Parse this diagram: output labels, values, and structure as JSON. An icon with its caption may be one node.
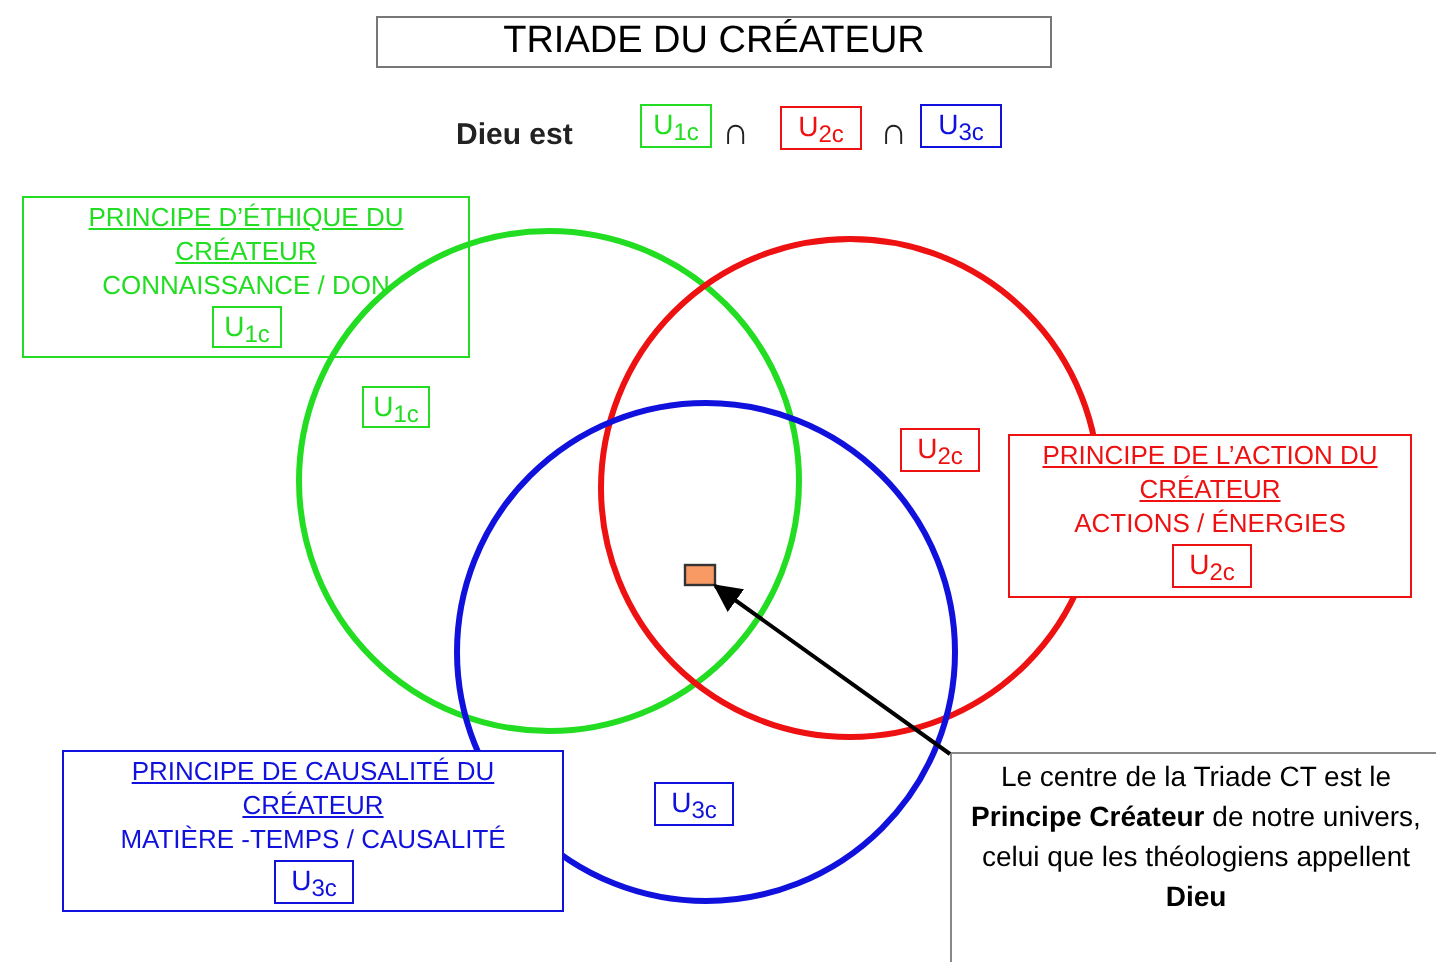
{
  "diagram": {
    "title": "TRIADE DU CRÉATEUR",
    "nodes": [
      {
        "text": [
          "U$_{1c}$"
        ]
      },
      {
        "text": [
          "U$_{2c}$"
        ]
      },
      {
        "text": [
          "U$_{3c}$"
        ]
      },
      {
        "text": [
          "PRINCIPE  D’ÉTHIQUE DU CRÉATEUR",
          "CONNAISSANCE / DON"
        ]
      },
      {
        "text": [
          "U$_{1c}$"
        ],
        "in": 3
      },
      {
        "text": [],
        "shape": "circle"
      },
      {
        "text": [
          "U$_{1c}$"
        ],
        "in": 5
      },
      {
        "text": [],
        "shape": "circle"
      },
      {
        "text": [
          "U$_{2c}$"
        ],
        "in": 7
      },
      {
        "text": [
          "PRINCIPE DE L’ACTION DU CRÉATEUR",
          "ACTIONS / ÉNERGIES"
        ]
      },
      {
        "text": [
          "U$_{2c}$"
        ],
        "in": 9
      },
      {
        "text": [],
        "shape": "circle"
      },
      {
        "text": [
          "U$_{3c}$"
        ],
        "in": 11
      },
      {
        "text": [
          "PRINCIPE DE CAUSALITÉ DU CRÉATEUR",
          "MATIÈRE -TEMPS / CAUSALITÉ"
        ]
      },
      {
        "text": [
          "U$_{3c}$"
        ],
        "in": 13
      },
      {
        "text": [],
        "shape": "box"
      },
      {
        "text": [
          "Le centre de la Triade CT est le **Principe Créateur** de notre univers, celui que les théologiens appellent",
          "Dieu"
        ]
      }
    ],
    "edges": [
      {
        "from": 16,
        "to": 15,
        "arrow": "to"
      }
    ],
    "labels": [
      "Dieu est",
      "∩",
      "∩"
    ]
  }
}
